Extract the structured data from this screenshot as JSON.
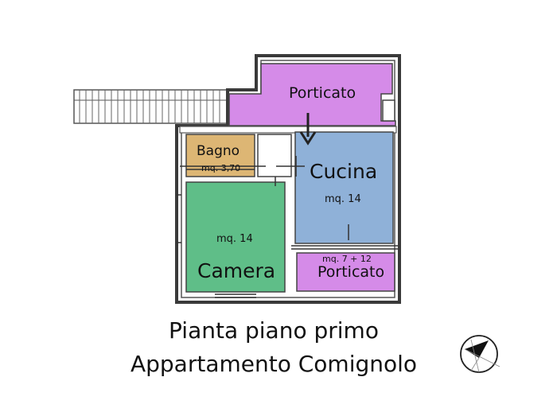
{
  "colors": {
    "porticato": "#d58be8",
    "bagno": "#ddb674",
    "cucina": "#8fb1d8",
    "camera": "#5fbe88",
    "wall": "#3a3a3a",
    "background": "#ffffff"
  },
  "rooms": {
    "porticato_top": {
      "name": "Porticato"
    },
    "bagno": {
      "name": "Bagno",
      "area": "mq. 3,70"
    },
    "cucina": {
      "name": "Cucina",
      "area": "mq. 14"
    },
    "camera": {
      "name": "Camera",
      "area": "mq. 14"
    },
    "porticato_bottom": {
      "name": "Porticato",
      "area": "mq. 7 + 12"
    }
  },
  "title": {
    "line1": "Pianta piano primo",
    "line2": "Appartamento Comignolo"
  },
  "icons": {
    "entrance": "down-arrow-icon",
    "north": "compass-icon"
  }
}
